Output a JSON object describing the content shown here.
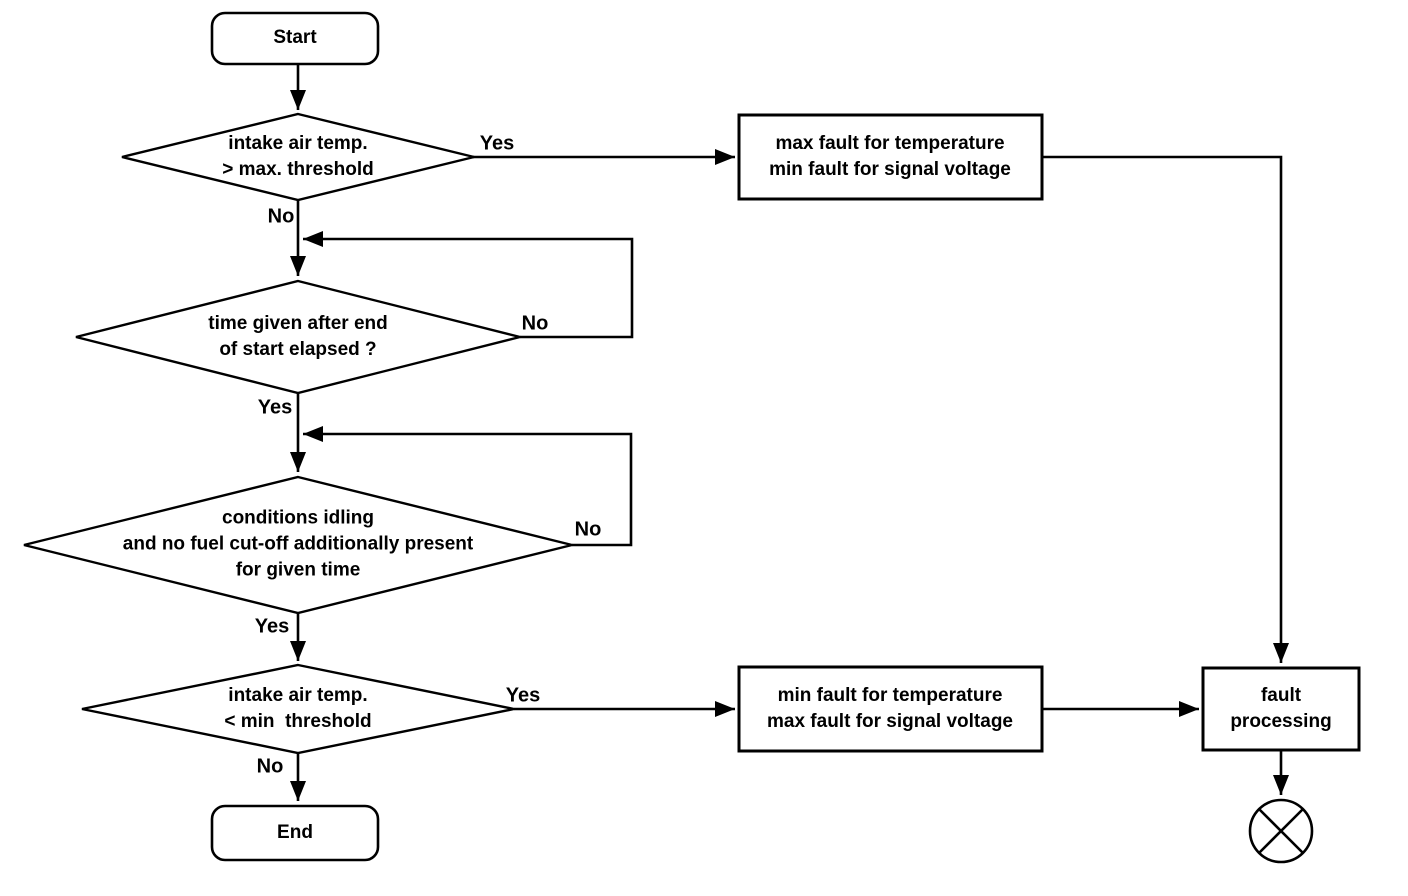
{
  "diagram": {
    "nodes": {
      "start": "Start",
      "decision_intake_max": "intake air temp.\n> max. threshold",
      "process_max_fault": "max fault for temperature\nmin fault for signal voltage",
      "decision_time_elapsed": "time given after end\nof start elapsed ?",
      "decision_idling": "conditions idling\nand no fuel cut-off additionally present\nfor given time",
      "decision_intake_min": "intake air temp.\n< min  threshold",
      "process_min_fault": "min fault for temperature\nmax fault for signal voltage",
      "process_fault": "fault\nprocessing",
      "end": "End"
    },
    "edge_labels": {
      "d1_yes": "Yes",
      "d1_no": "No",
      "d2_no": "No",
      "d2_yes": "Yes",
      "d3_no": "No",
      "d3_yes": "Yes",
      "d4_yes": "Yes",
      "d4_no": "No"
    },
    "colors": {
      "stroke": "#000000",
      "background": "#ffffff"
    }
  }
}
